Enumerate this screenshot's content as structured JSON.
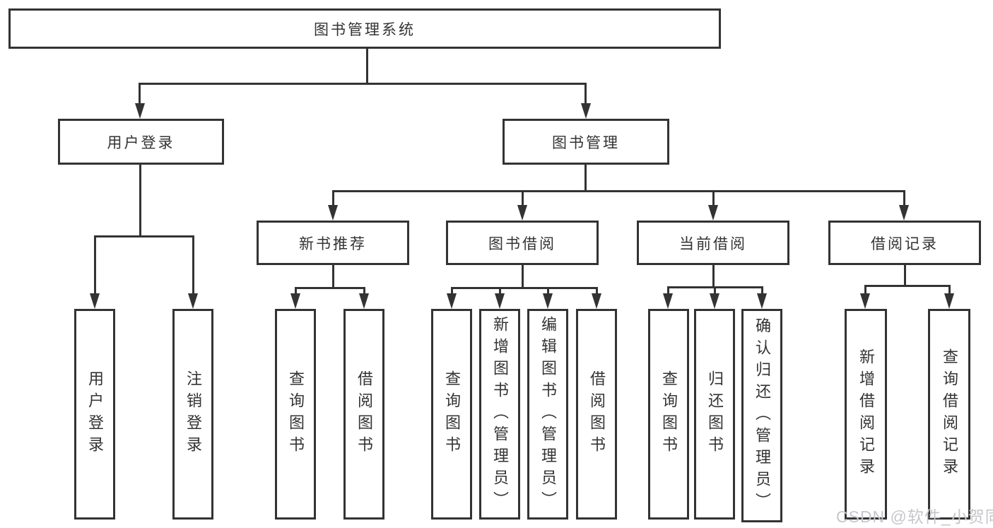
{
  "diagram": {
    "tree": {
      "root": {
        "label": "图书管理系统"
      },
      "branches": [
        {
          "label": "用户登录",
          "children": [
            {
              "label": "用户登录"
            },
            {
              "label": "注销登录"
            }
          ]
        },
        {
          "label": "图书管理",
          "children": [
            {
              "label": "新书推荐",
              "children": [
                {
                  "label": "查询图书"
                },
                {
                  "label": "借阅图书"
                }
              ]
            },
            {
              "label": "图书借阅",
              "children": [
                {
                  "label": "查询图书"
                },
                {
                  "label": "新增图书（管理员）"
                },
                {
                  "label": "编辑图书（管理员）"
                },
                {
                  "label": "借阅图书"
                }
              ]
            },
            {
              "label": "当前借阅",
              "children": [
                {
                  "label": "查询图书"
                },
                {
                  "label": "归还图书"
                },
                {
                  "label": "确认归还（管理员）"
                }
              ]
            },
            {
              "label": "借阅记录",
              "children": [
                {
                  "label": "新增借阅记录"
                },
                {
                  "label": "查询借阅记录"
                }
              ]
            }
          ]
        }
      ]
    },
    "colors": {
      "line": "#333333",
      "box_border": "#333333",
      "box_fill": "#ffffff",
      "text": "#333333",
      "background": "#ffffff",
      "watermark": "#c6c6cc"
    }
  },
  "watermark": {
    "text": "CSDN @软件_小贺同学"
  }
}
